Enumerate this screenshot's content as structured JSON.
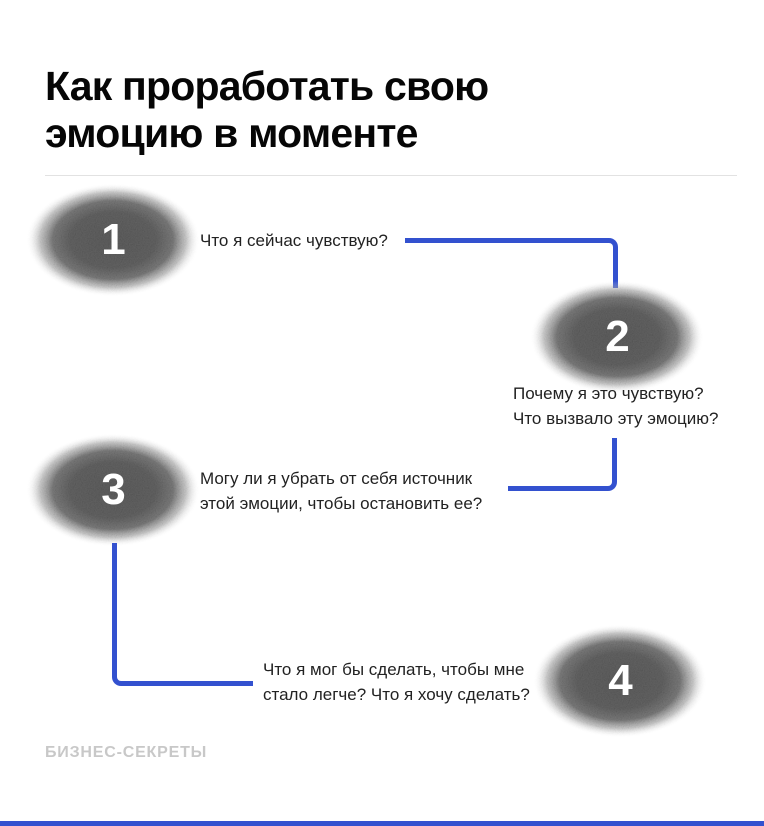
{
  "title": {
    "line1": "Как проработать свою",
    "line2": "эмоцию в моменте"
  },
  "steps": [
    {
      "number": "1",
      "lines": [
        "Что я сейчас чувствую?"
      ]
    },
    {
      "number": "2",
      "lines": [
        "Почему я это чувствую?",
        "Что вызвало эту эмоцию?"
      ]
    },
    {
      "number": "3",
      "lines": [
        "Могу ли я убрать от себя источник",
        "этой эмоции, чтобы остановить ее?"
      ]
    },
    {
      "number": "4",
      "lines": [
        "Что я мог бы сделать, чтобы мне",
        "стало легче? Что я хочу сделать?"
      ]
    }
  ],
  "footer": {
    "brand": "БИЗНЕС-СЕКРЕТЫ"
  },
  "colors": {
    "accent": "#3351cf",
    "oval_gray": "#5c5c5c",
    "title_black": "#060606",
    "body_text": "#222222",
    "brand_gray": "#c8c8c8",
    "divider_gray": "#e2e2e2"
  }
}
